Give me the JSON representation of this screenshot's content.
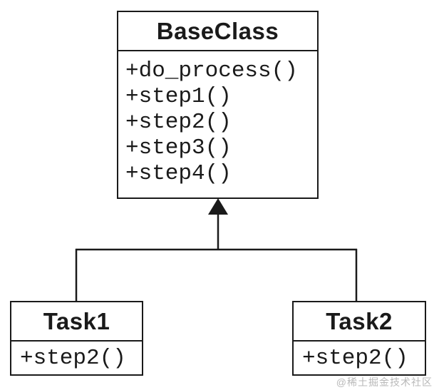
{
  "diagram": {
    "type": "uml-class-diagram",
    "base_class": {
      "name": "BaseClass",
      "methods": [
        "+do_process()",
        "+step1()",
        "+step2()",
        "+step3()",
        "+step4()"
      ]
    },
    "subclasses": [
      {
        "name": "Task1",
        "methods": [
          "+step2()"
        ]
      },
      {
        "name": "Task2",
        "methods": [
          "+step2()"
        ]
      }
    ],
    "relationship": "inheritance"
  },
  "watermark": {
    "text": "@稀土掘金技术社区"
  },
  "colors": {
    "line": "#1a1a1a",
    "background": "#ffffff",
    "watermark": "#b9b9b9"
  }
}
